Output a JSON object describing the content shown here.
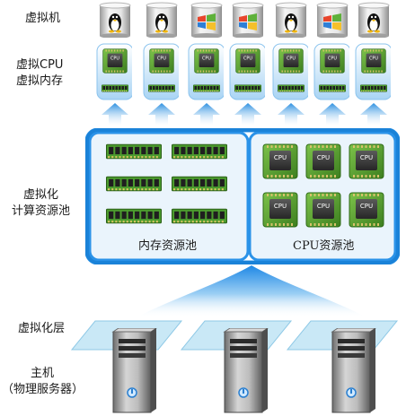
{
  "labels": {
    "vm": "虚拟机",
    "vcpu_line1": "虚拟CPU",
    "vcpu_line2": "虚拟内存",
    "pool_line1": "虚拟化",
    "pool_line2": "计算资源池",
    "layer": "虚拟化层",
    "host_line1": "主机",
    "host_line2": "（物理服务器）"
  },
  "pools": {
    "memory": "内存资源池",
    "cpu": "CPU资源池"
  },
  "chip_label": "CPU",
  "vm_os": [
    "linux",
    "windows",
    "windows",
    "linux",
    "windows",
    "linux"
  ],
  "colors": {
    "pool_frame": "#1e90e6",
    "vm_box": "#bfe0f8",
    "chip_green": "#4f9a2a",
    "chip_dark": "#3a3a3a",
    "ram_green": "#3f8f2a",
    "layer_glass": "#bfe4f5",
    "server_gray": "#8a8a8a"
  }
}
